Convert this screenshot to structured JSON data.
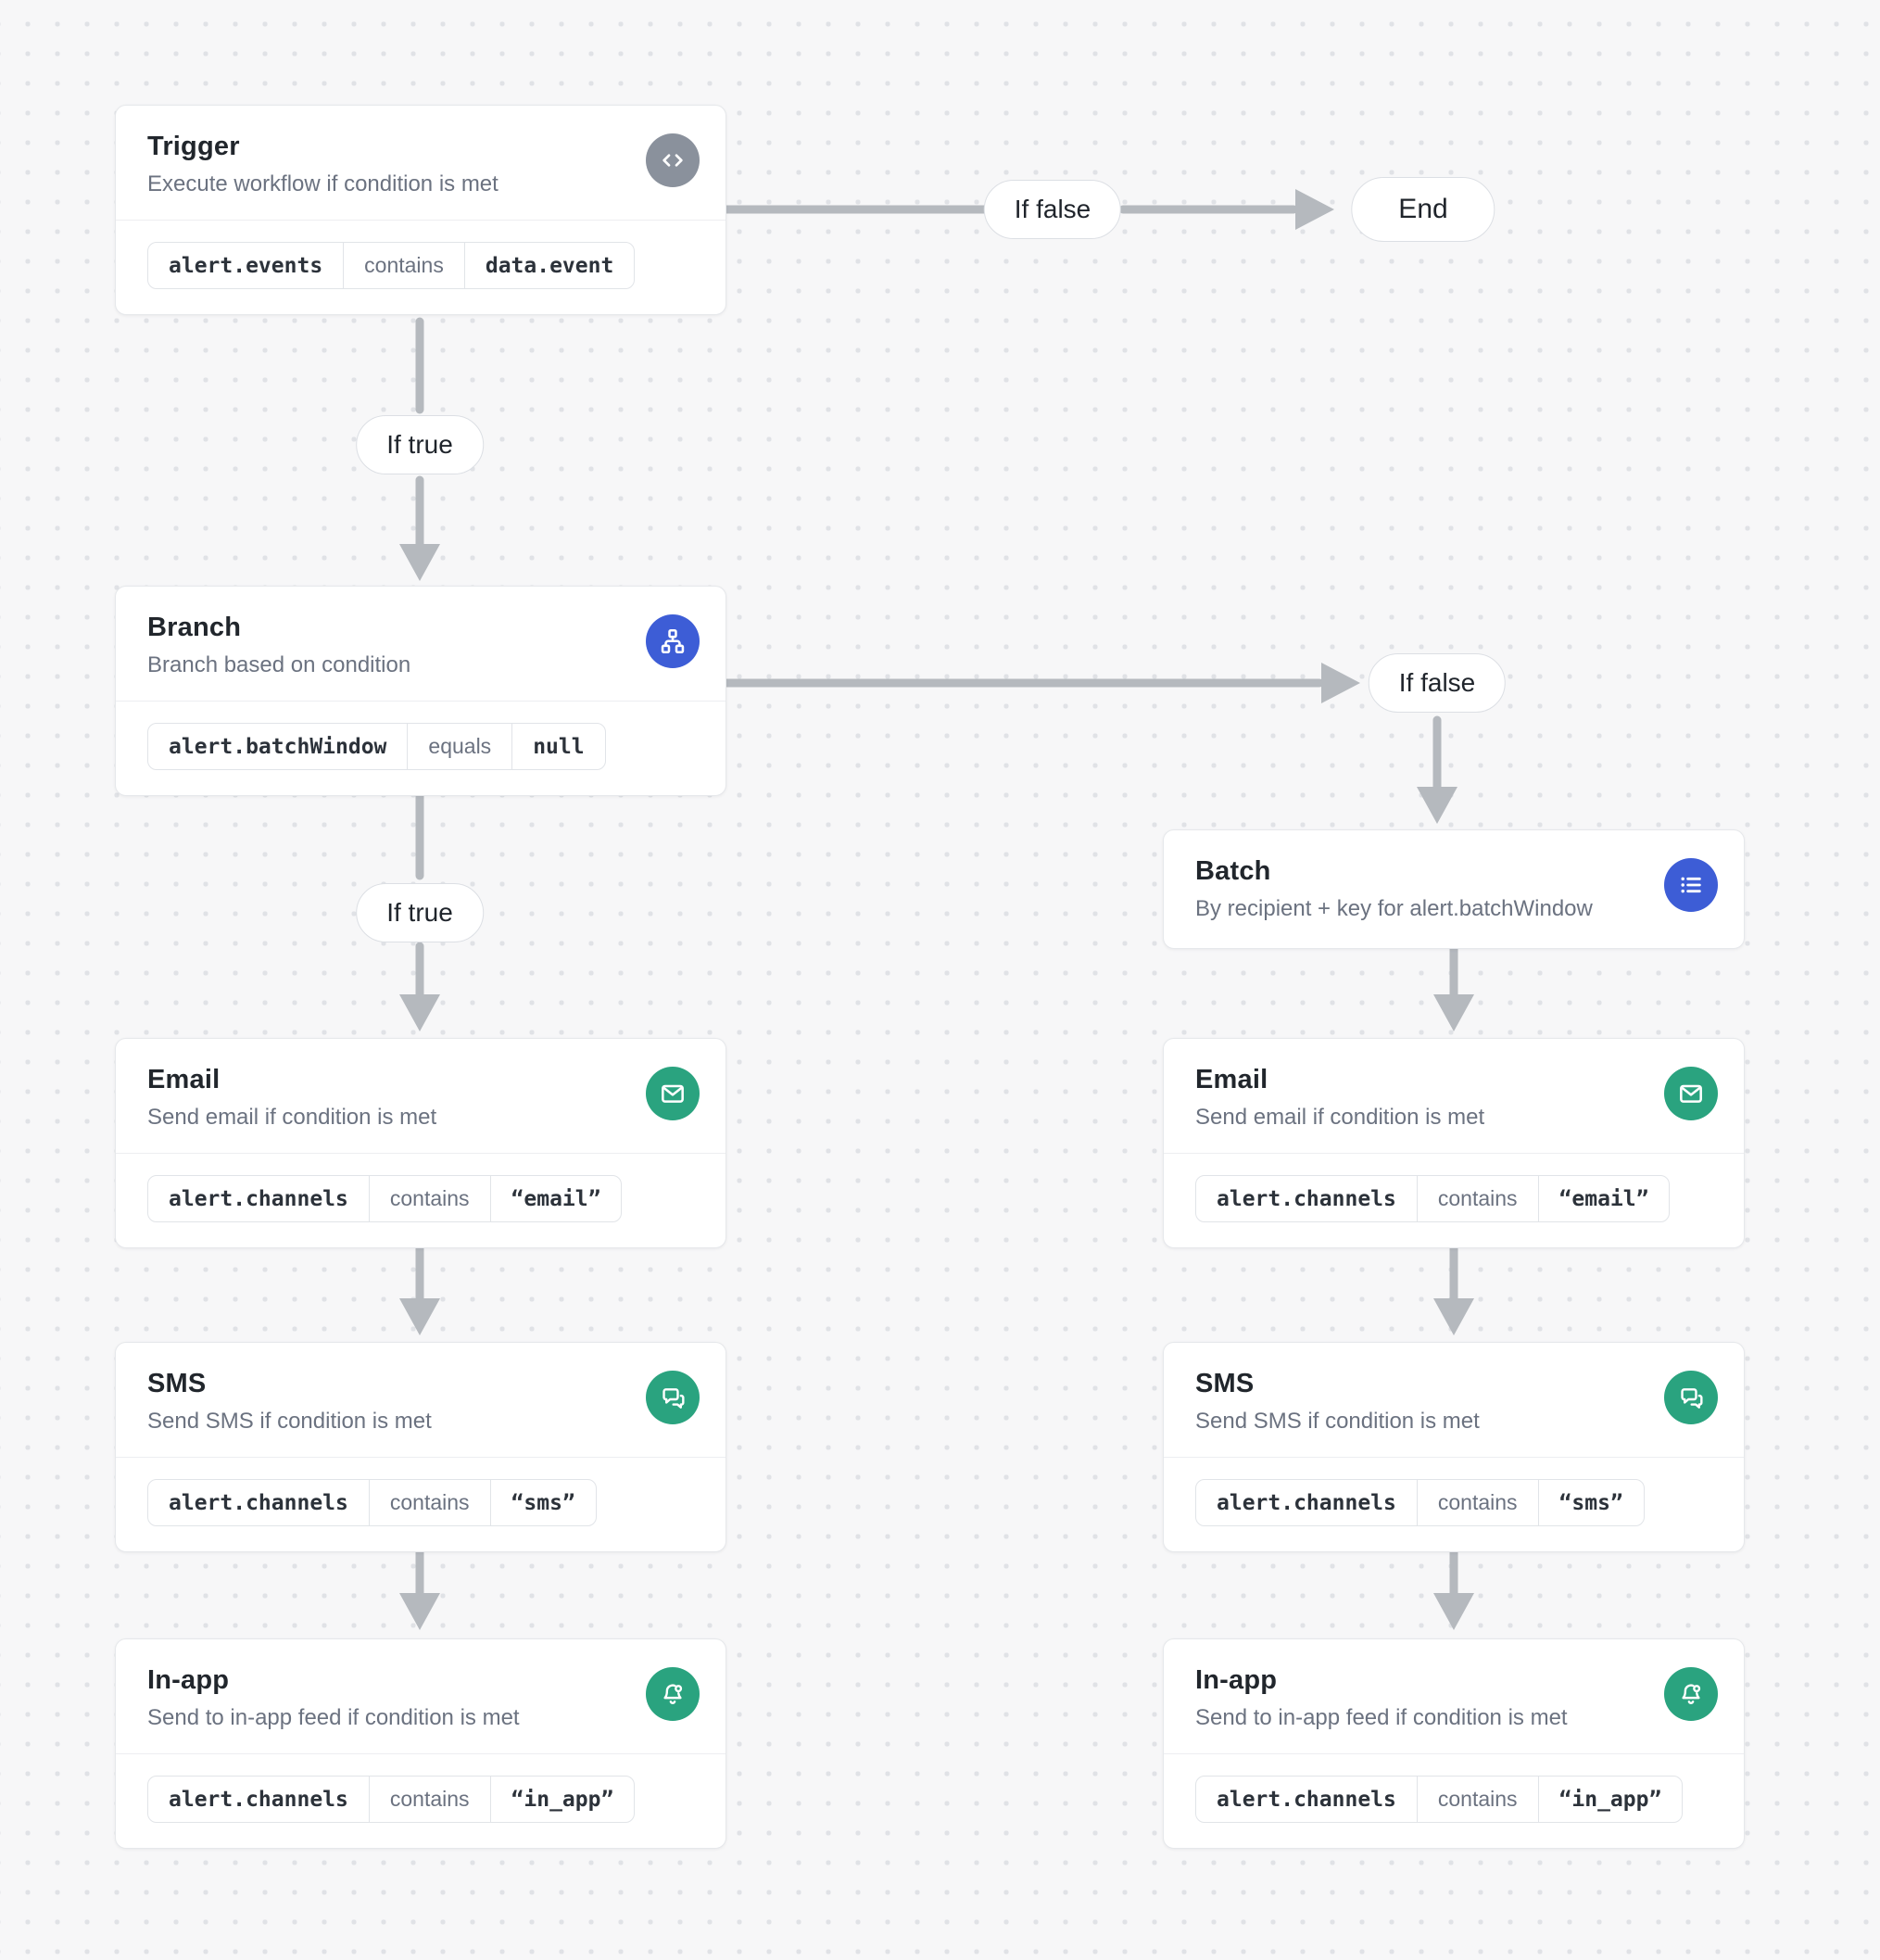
{
  "diagram": {
    "edge_labels": {
      "if_true": "If true",
      "if_false": "If false"
    },
    "end_label": "End",
    "colors": {
      "trigger_icon_bg": "#8a919c",
      "branch_icon_bg": "#3d5dd6",
      "batch_icon_bg": "#3d5dd6",
      "channel_icon_bg": "#2aa37f",
      "arrow": "#b5b9be",
      "canvas_bg": "#f7f7f8",
      "dot_color": "#e0e2e6"
    },
    "nodes": {
      "trigger": {
        "title": "Trigger",
        "subtitle": "Execute workflow if condition is met",
        "icon": "code-icon",
        "condition": {
          "field": "alert.events",
          "operator": "contains",
          "value": "data.event"
        }
      },
      "branch": {
        "title": "Branch",
        "subtitle": "Branch based on condition",
        "icon": "sitemap-icon",
        "condition": {
          "field": "alert.batchWindow",
          "operator": "equals",
          "value": "null"
        }
      },
      "batch": {
        "title": "Batch",
        "subtitle": "By recipient + key for alert.batchWindow",
        "icon": "list-icon"
      },
      "email_left": {
        "title": "Email",
        "subtitle": "Send email if condition is met",
        "icon": "envelope-icon",
        "condition": {
          "field": "alert.channels",
          "operator": "contains",
          "value": "“email”"
        }
      },
      "sms_left": {
        "title": "SMS",
        "subtitle": "Send SMS if condition is met",
        "icon": "chat-bubbles-icon",
        "condition": {
          "field": "alert.channels",
          "operator": "contains",
          "value": "“sms”"
        }
      },
      "inapp_left": {
        "title": "In-app",
        "subtitle": "Send to in-app feed if condition is met",
        "icon": "bell-icon",
        "condition": {
          "field": "alert.channels",
          "operator": "contains",
          "value": "“in_app”"
        }
      },
      "email_right": {
        "title": "Email",
        "subtitle": "Send email if condition is met",
        "icon": "envelope-icon",
        "condition": {
          "field": "alert.channels",
          "operator": "contains",
          "value": "“email”"
        }
      },
      "sms_right": {
        "title": "SMS",
        "subtitle": "Send SMS if condition is met",
        "icon": "chat-bubbles-icon",
        "condition": {
          "field": "alert.channels",
          "operator": "contains",
          "value": "“sms”"
        }
      },
      "inapp_right": {
        "title": "In-app",
        "subtitle": "Send to in-app feed if condition is met",
        "icon": "bell-icon",
        "condition": {
          "field": "alert.channels",
          "operator": "contains",
          "value": "“in_app”"
        }
      }
    }
  }
}
